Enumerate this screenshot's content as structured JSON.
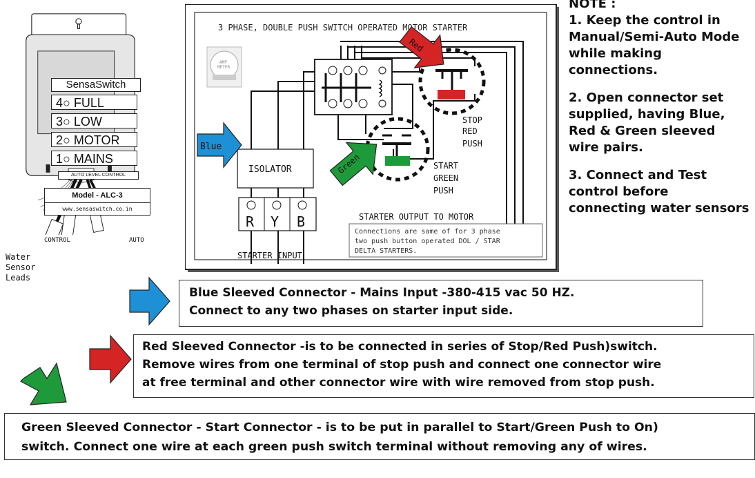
{
  "device": {
    "brand": "SensaSwitch",
    "indicators": [
      {
        "num": "4",
        "label": "FULL"
      },
      {
        "num": "3",
        "label": "LOW"
      },
      {
        "num": "2",
        "label": "MOTOR"
      },
      {
        "num": "1",
        "label": "MAINS"
      }
    ],
    "subtitle": "AUTO LEVEL CONTROL",
    "model": "Model - ALC-3",
    "website": "www.sensaswitch.co.in",
    "switch_left": "CONTROL",
    "switch_right": "AUTO"
  },
  "sensor_leads_label": "Water\nSensor\nLeads",
  "diagram": {
    "title": "3 PHASE, DOUBLE PUSH SWITCH OPERATED MOTOR STARTER",
    "amp_meter": "AMP\nMETER",
    "isolator": "ISOLATOR",
    "terminals": [
      "R",
      "Y",
      "B"
    ],
    "starter_input": "STARTER INPUT",
    "starter_output": "STARTER OUTPUT TO MOTOR",
    "stop_label": [
      "STOP",
      "RED",
      "PUSH"
    ],
    "start_label": [
      "START",
      "GREEN",
      "PUSH"
    ],
    "arrow_blue": "Blue",
    "arrow_red": "Red",
    "arrow_green": "Green",
    "note_box": [
      "Connections are same of for 3 phase",
      "two push button operated DOL / STAR",
      "DELTA STARTERS."
    ]
  },
  "note": {
    "heading": "NOTE :",
    "items": [
      "1. Keep the control in Manual/Semi-Auto Mode while making connections.",
      "2. Open connector set supplied, having Blue, Red & Green sleeved wire pairs.",
      "3. Connect and Test control before connecting water sensors"
    ]
  },
  "connectors": {
    "blue": [
      "Blue Sleeved Connector - Mains Input -380-415 vac 50 HZ.",
      "Connect to any two phases on starter input side."
    ],
    "red": [
      "Red Sleeved Connector -is to be connected  in series of Stop/Red Push)switch.",
      "Remove wires from one terminal of stop push and connect one connector wire",
      "at free terminal and other connector wire with wire removed from stop push."
    ],
    "green": [
      "Green Sleeved Connector - Start Connector - is to be put in parallel to Start/Green Push to On)",
      "switch. Connect one wire at each green push switch terminal without removing any of wires."
    ]
  },
  "colors": {
    "blue": "#1e90d6",
    "red": "#d42424",
    "green": "#1f9a3a"
  }
}
